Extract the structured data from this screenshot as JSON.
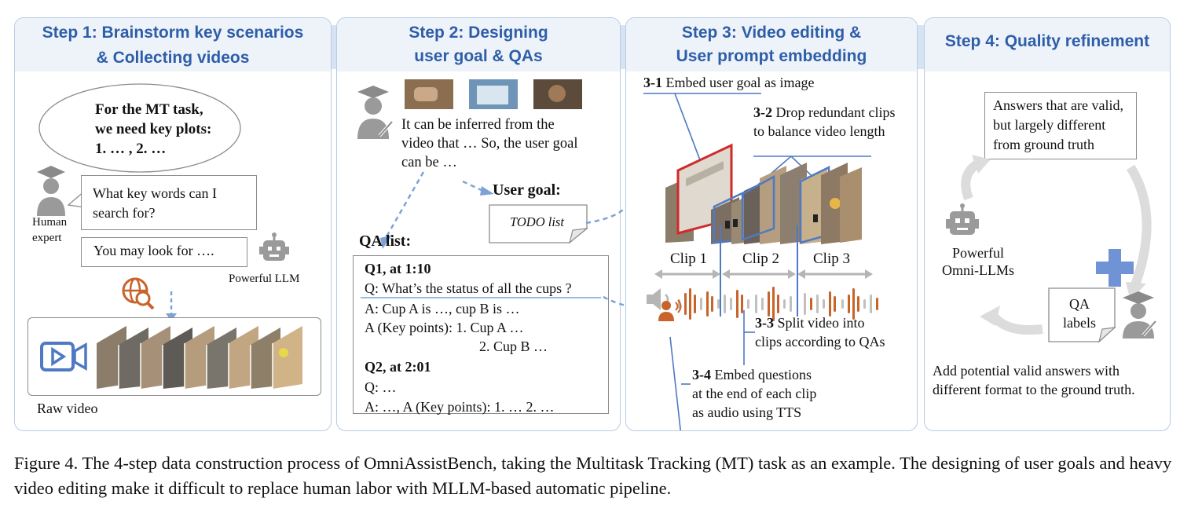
{
  "steps": [
    {
      "title_line1": "Step 1: Brainstorm key scenarios",
      "title_line2": "& Collecting videos"
    },
    {
      "title_line1": "Step 2: Designing",
      "title_line2": "user goal & QAs"
    },
    {
      "title_line1": "Step 3: Video editing &",
      "title_line2": "User prompt embedding"
    },
    {
      "title_line1": "Step 4: Quality refinement",
      "title_line2": ""
    }
  ],
  "step1": {
    "cloud_line1": "For the MT task,",
    "cloud_line2": "we need key plots:",
    "cloud_line3": "1.  … ,  2.  …",
    "human_question": "What key words can I search for?",
    "human_label": "Human expert",
    "llm_answer": "You may look for ….",
    "llm_label": "Powerful LLM",
    "raw_video_label": "Raw video"
  },
  "step2": {
    "infer_text": "It can be inferred from the video that … So, the user goal can be …",
    "user_goal_label": "User goal:",
    "todo_text": "TODO list",
    "qa_list_label": "QA list:",
    "q1_header": "Q1, at 1:10",
    "q1_question": "Q: What’s the status of all the cups ?",
    "q1_answer": "A: Cup A is …, cup B is …",
    "q1_keypoints": "A (Key points): 1. Cup A …",
    "q1_keypoint2": "2. Cup B …",
    "q2_header": "Q2, at 2:01",
    "q2_question": "Q: …",
    "q2_answer": "A: …, A (Key points): 1. … 2. …"
  },
  "step3": {
    "s31_num": "3-1",
    "s31_text": "Embed user goal as image",
    "s32_num": "3-2",
    "s32_text_line1": "Drop redundant clips",
    "s32_text_line2": "to balance video length",
    "clips": [
      "Clip 1",
      "Clip 2",
      "Clip 3"
    ],
    "s33_num": "3-3",
    "s33_text_line1": "Split video into",
    "s33_text_line2": "clips according to QAs",
    "s34_num": "3-4",
    "s34_text_line1": "Embed questions",
    "s34_text_line2": "at the end of each clip",
    "s34_text_line3": "as audio using TTS"
  },
  "step4": {
    "answers_box": "Answers that are valid, but largely different from ground truth",
    "omni_label": "Powerful Omni-LLMs",
    "qa_labels": "QA labels",
    "bottom_text": "Add potential valid answers with different format to the ground truth."
  },
  "caption": "Figure 4. The 4-step data construction process of OmniAssistBench, taking the Multitask Tracking (MT) task as an example. The designing of user goals and heavy video editing make it difficult to replace human labor with MLLM-based automatic pipeline.",
  "colors": {
    "accent_blue": "#2e5ea8",
    "light_blue": "#7fa2d6",
    "orange": "#c8632a",
    "red": "#d02a2a"
  }
}
